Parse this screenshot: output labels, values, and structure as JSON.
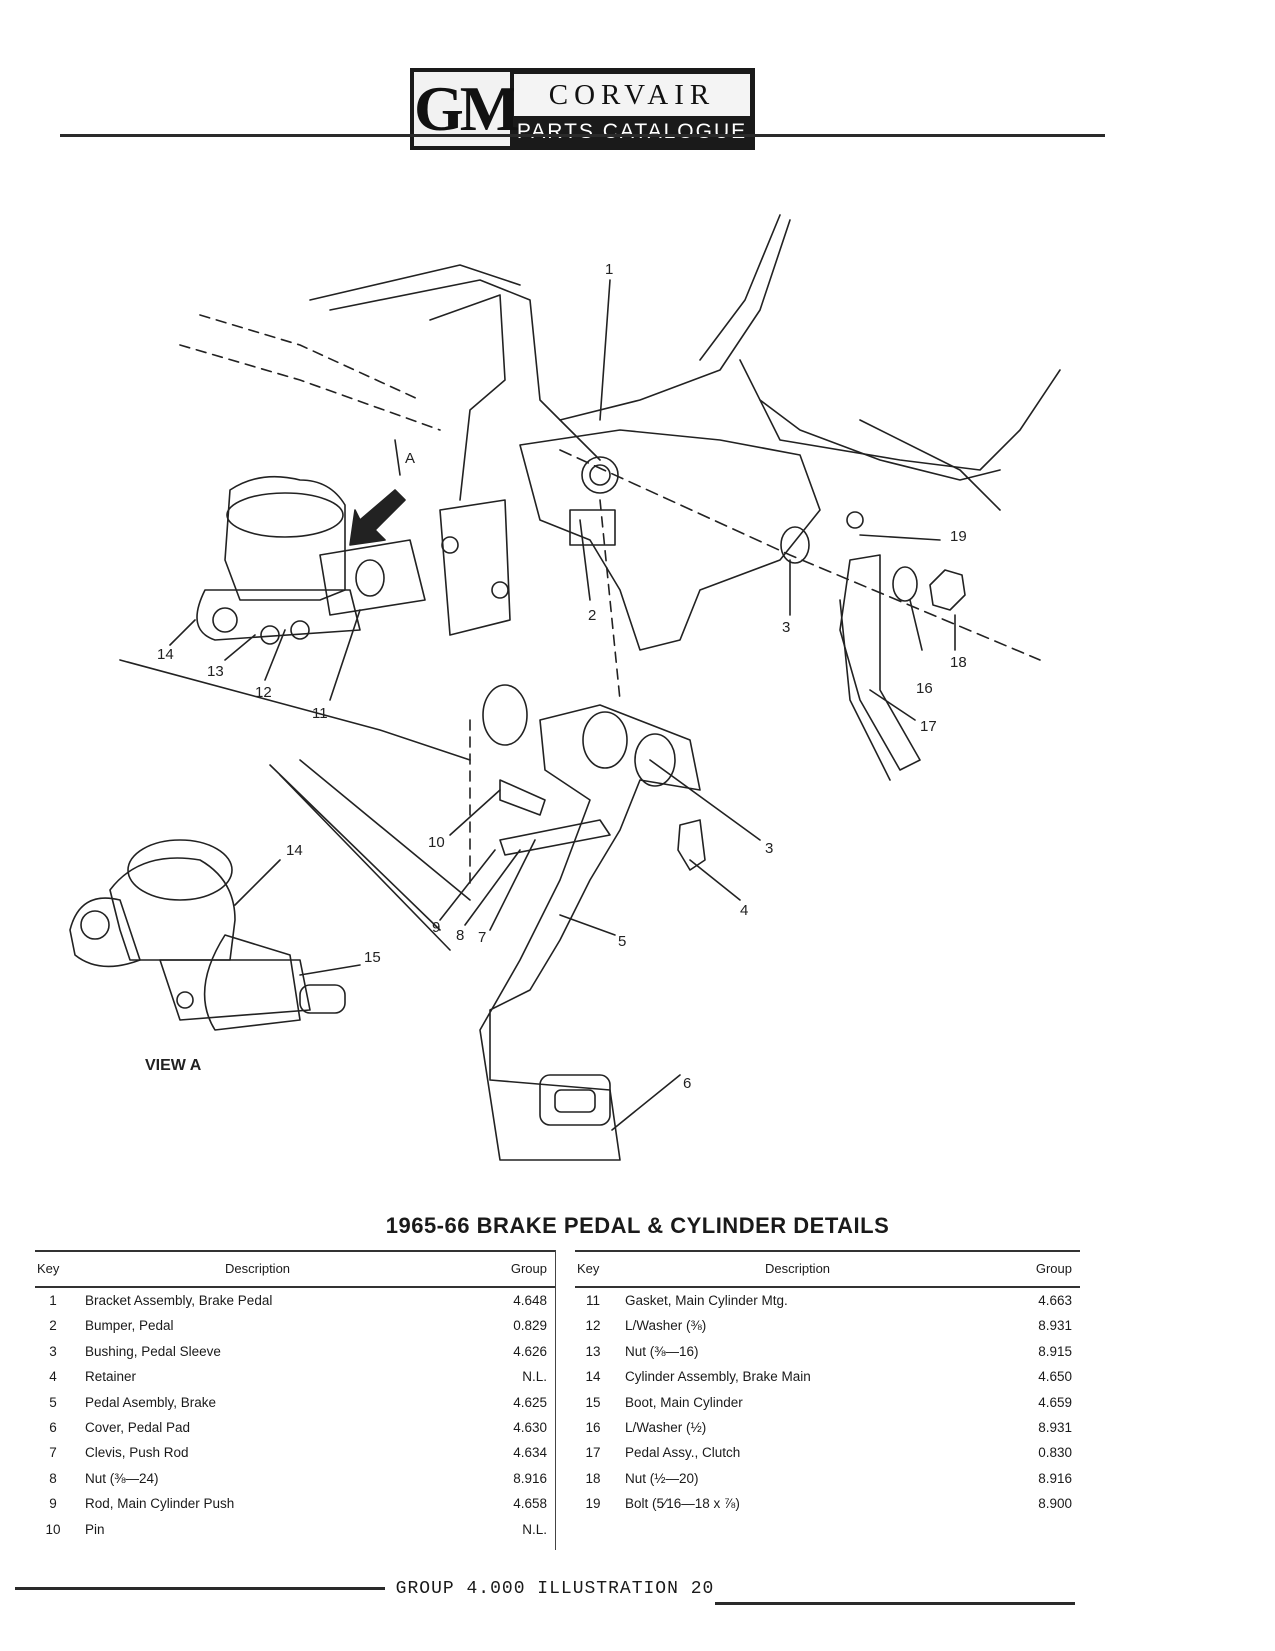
{
  "header": {
    "logo": "GM",
    "title": "CORVAIR",
    "subtitle": "PARTS CATALOGUE"
  },
  "diagram": {
    "callouts": [
      "1",
      "2",
      "3",
      "3",
      "4",
      "5",
      "6",
      "7",
      "8",
      "9",
      "10",
      "11",
      "12",
      "13",
      "14",
      "14",
      "15",
      "16",
      "17",
      "18",
      "19",
      "A"
    ],
    "view_label": "VIEW A"
  },
  "title": "1965-66 BRAKE PEDAL & CYLINDER DETAILS",
  "table_headers": {
    "key": "Key",
    "description": "Description",
    "group": "Group"
  },
  "parts_left": [
    {
      "key": "1",
      "description": "Bracket Assembly, Brake Pedal",
      "group": "4.648"
    },
    {
      "key": "2",
      "description": "Bumper, Pedal",
      "group": "0.829"
    },
    {
      "key": "3",
      "description": "Bushing, Pedal Sleeve",
      "group": "4.626"
    },
    {
      "key": "4",
      "description": "Retainer",
      "group": "N.L."
    },
    {
      "key": "5",
      "description": "Pedal Asembly, Brake",
      "group": "4.625"
    },
    {
      "key": "6",
      "description": "Cover, Pedal Pad",
      "group": "4.630"
    },
    {
      "key": "7",
      "description": "Clevis, Push Rod",
      "group": "4.634"
    },
    {
      "key": "8",
      "description": "Nut (⅜—24)",
      "group": "8.916"
    },
    {
      "key": "9",
      "description": "Rod, Main Cylinder Push",
      "group": "4.658"
    },
    {
      "key": "10",
      "description": "Pin",
      "group": "N.L."
    }
  ],
  "parts_right": [
    {
      "key": "11",
      "description": "Gasket, Main Cylinder Mtg.",
      "group": "4.663"
    },
    {
      "key": "12",
      "description": "L/Washer (⅜)",
      "group": "8.931"
    },
    {
      "key": "13",
      "description": "Nut (⅜—16)",
      "group": "8.915"
    },
    {
      "key": "14",
      "description": "Cylinder Assembly, Brake Main",
      "group": "4.650"
    },
    {
      "key": "15",
      "description": "Boot, Main Cylinder",
      "group": "4.659"
    },
    {
      "key": "16",
      "description": "L/Washer (½)",
      "group": "8.931"
    },
    {
      "key": "17",
      "description": "Pedal Assy., Clutch",
      "group": "0.830"
    },
    {
      "key": "18",
      "description": "Nut (½—20)",
      "group": "8.916"
    },
    {
      "key": "19",
      "description": "Bolt (5⁄16—18 x ⅞)",
      "group": "8.900"
    }
  ],
  "footer": "GROUP 4.000 ILLUSTRATION 20"
}
